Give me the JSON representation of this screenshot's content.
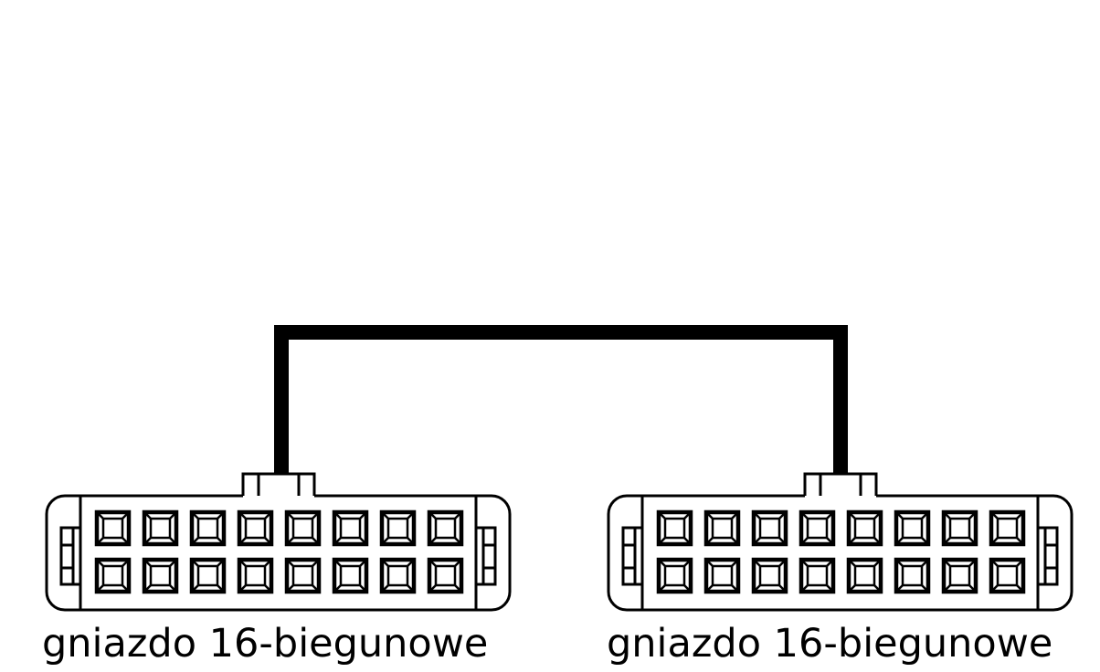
{
  "colors": {
    "line": "#000000",
    "background": "#ffffff"
  },
  "connectors": [
    {
      "label": "gniazdo 16-biegunowe",
      "pins": 16,
      "rows": 2,
      "pins_per_row": 8
    },
    {
      "label": "gniazdo 16-biegunowe",
      "pins": 16,
      "rows": 2,
      "pins_per_row": 8
    }
  ]
}
